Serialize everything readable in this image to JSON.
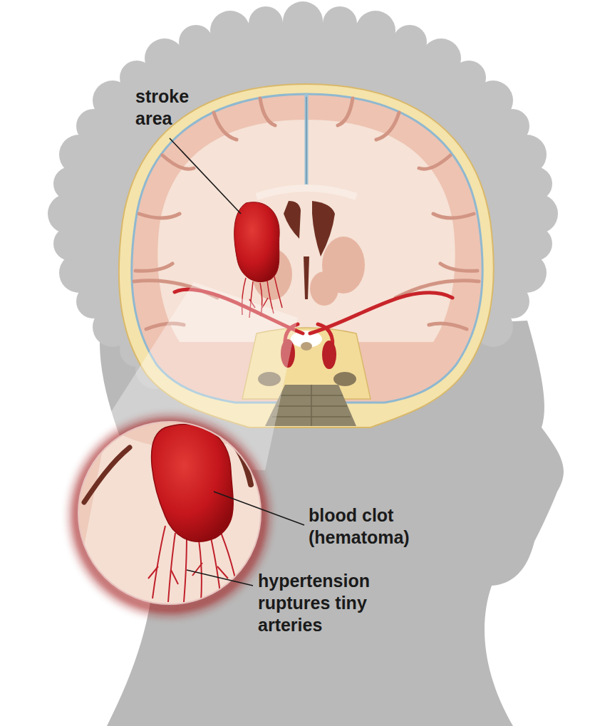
{
  "diagram": {
    "labels": [
      "stroke area",
      "blood clot (hematoma)",
      "hypertension ruptures tiny arteries"
    ]
  }
}
